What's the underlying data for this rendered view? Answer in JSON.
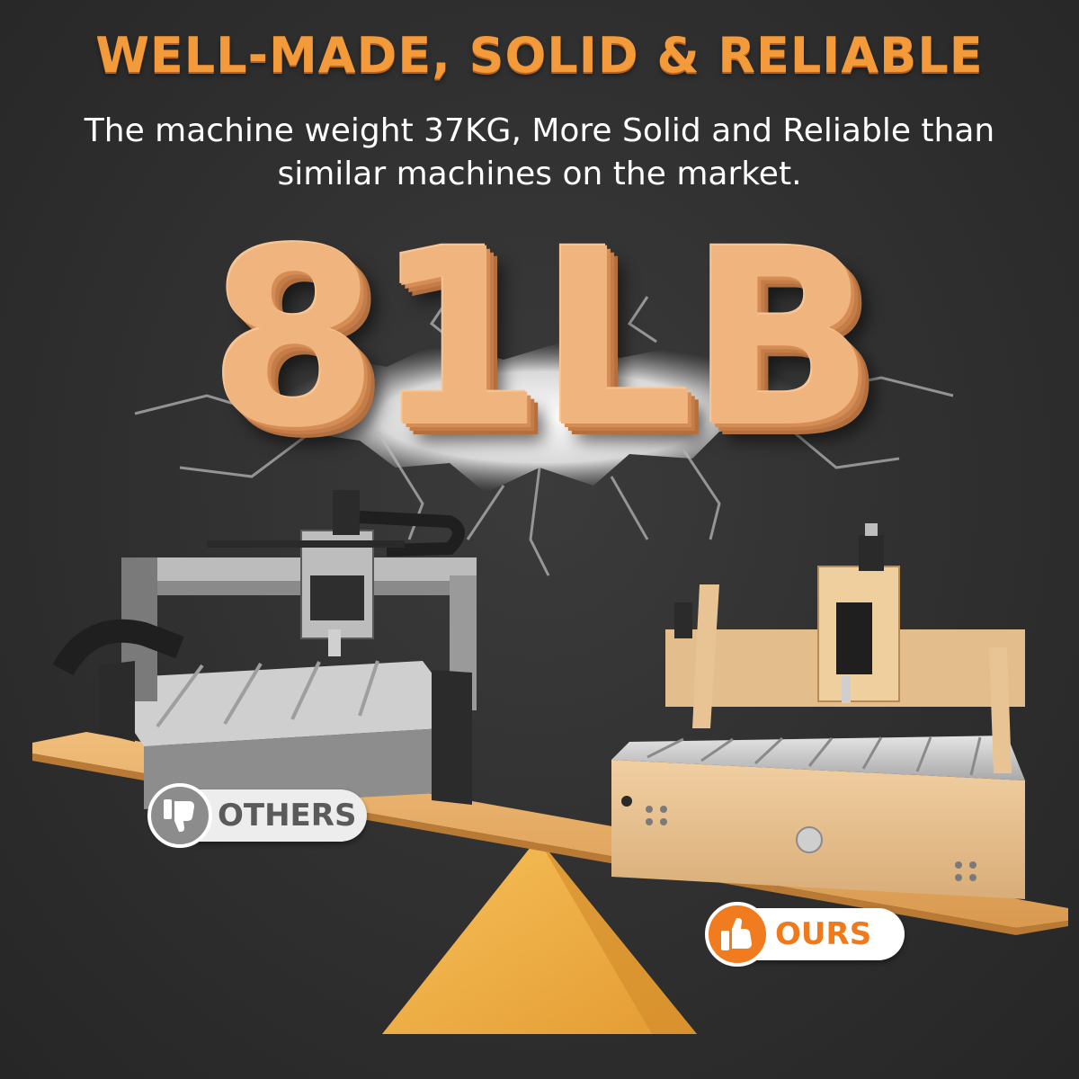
{
  "headline": "WELL-MADE, SOLID & RELIABLE",
  "subtitle_line1": "The machine weight 37KG, More Solid and Reliable than",
  "subtitle_line2": "similar machines on the market.",
  "weight_display": "81LB",
  "badges": {
    "others": {
      "label": "OTHERS",
      "icon": "thumbs-down-icon",
      "color": "#8c8c8c"
    },
    "ours": {
      "label": "OURS",
      "icon": "thumbs-up-icon",
      "color": "#f07c1f"
    }
  },
  "colors": {
    "headline": "#f39a3b",
    "weight": "#f0b47e",
    "plank": "#e9b06b",
    "fulcrum": "#f2b04a",
    "background": "#2f2f2f"
  }
}
